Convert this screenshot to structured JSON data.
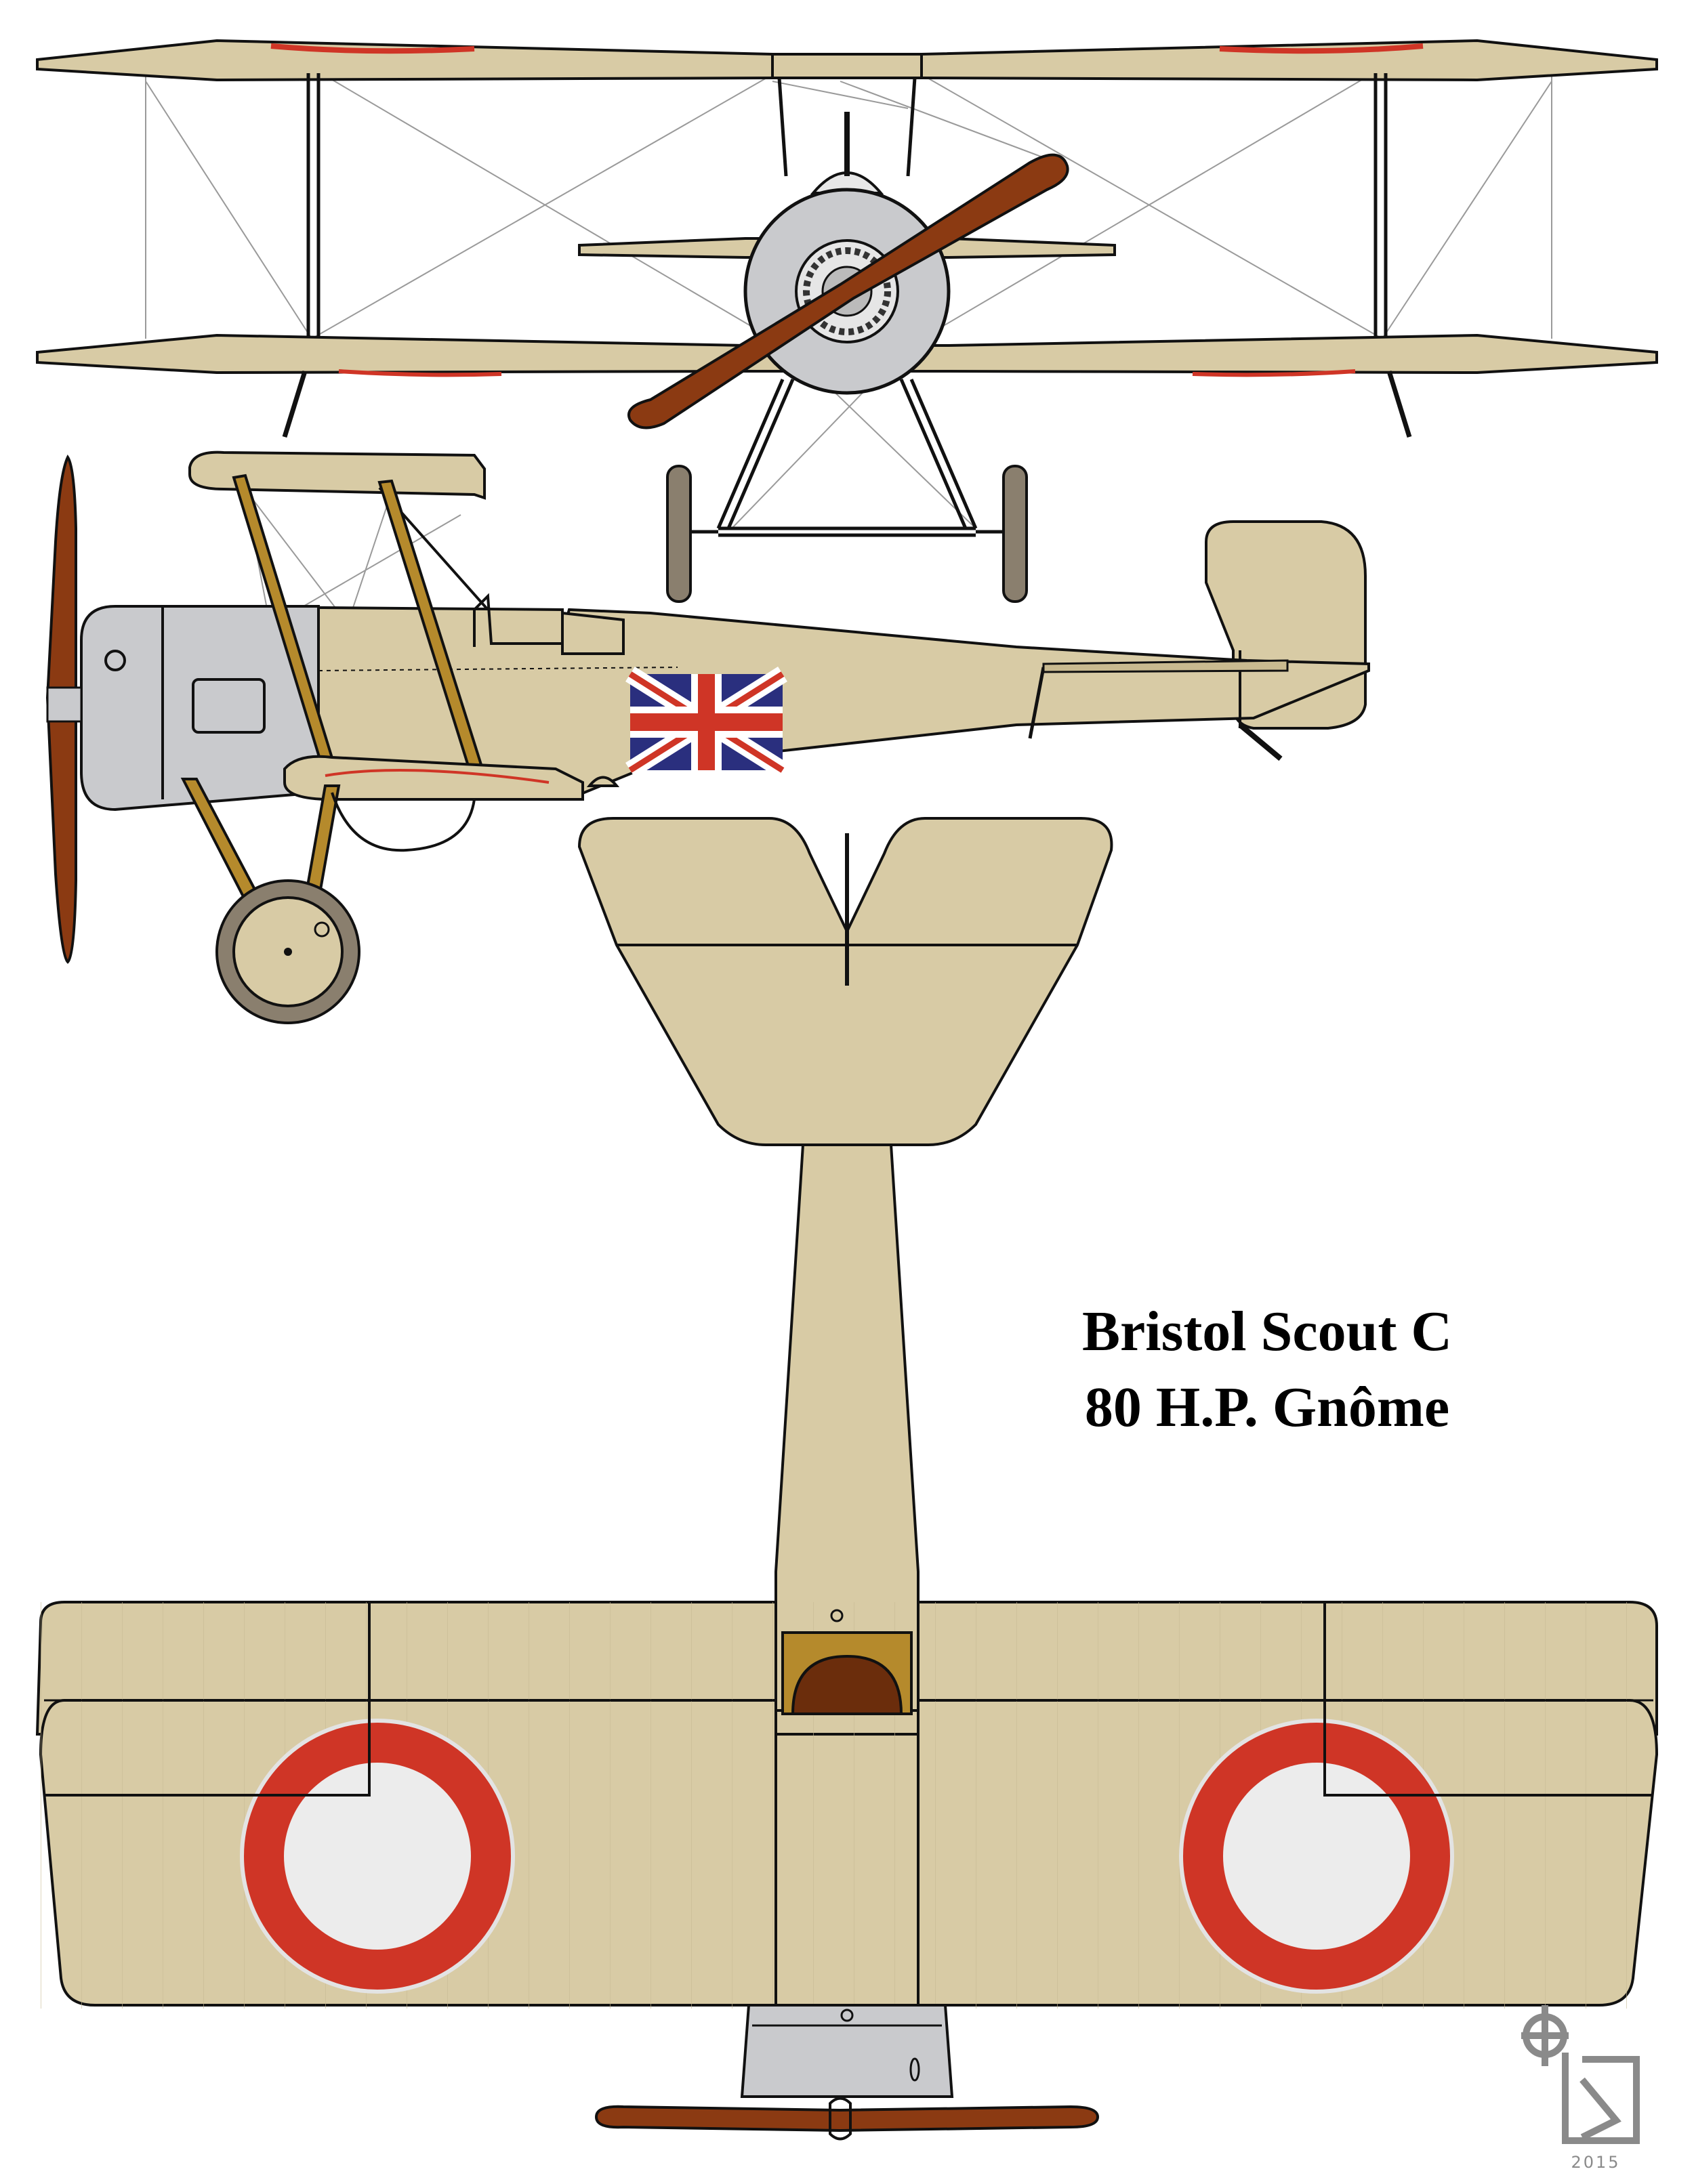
{
  "drawing": {
    "title_line_1": "Bristol Scout C",
    "title_line_2": "80 H.P. Gnôme",
    "signature_year": "2015",
    "signature_mark": "artist monogram",
    "views": [
      "front-view",
      "side-view",
      "top-view"
    ]
  },
  "colors": {
    "fabric": "#d8cba5",
    "fabric_dark": "#c9ba90",
    "cowling": "#c9cacd",
    "propeller": "#8b3a12",
    "strut": "#b58a2c",
    "roundel_red": "#cf3526",
    "roundel_white": "#ececec",
    "union_jack_blue": "#2a2f7e",
    "outline": "#111111",
    "rigging": "#9a9a9a",
    "tyre": "#8a7f6e"
  }
}
